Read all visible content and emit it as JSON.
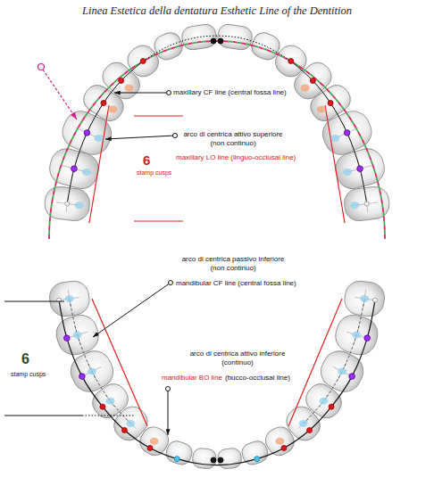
{
  "diagram": {
    "title": "Linea Estetica della dentatura Esthetic Line of the Dentition",
    "labels": [
      "maxillary CF line (central fossa line)",
      "arco di centrica attivo superiore (non continuo)",
      "maxillary LO line (linguo-occlusal line)",
      "6",
      "stamp cusps",
      "arco di centrica passivo inferiore (non continuo)",
      "mandibular CF line (central fossa line)",
      "arco di centrica attivo inferiore (continuo)",
      "mandibular BO line",
      "(bucco-occlusal line)",
      "6",
      "stamp cusps"
    ]
  }
}
